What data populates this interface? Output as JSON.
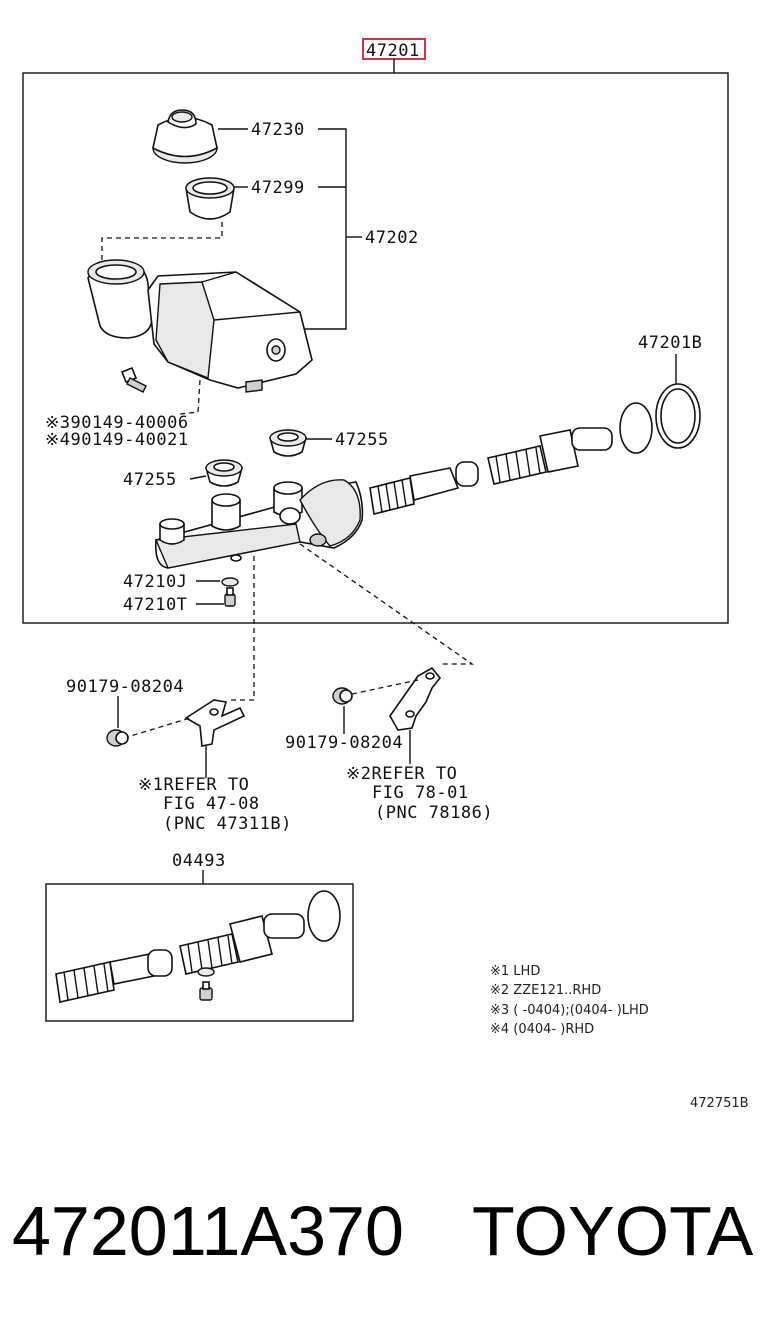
{
  "header_part": "47201",
  "labels": {
    "p47230": "47230",
    "p47299": "47299",
    "p47202": "47202",
    "p47201B": "47201B",
    "bolt_lhd": "※390149-40006",
    "bolt_rhd": "※490149-40021",
    "p47255_a": "47255",
    "p47255_b": "47255",
    "p47210J": "47210J",
    "p47210T": "47210T",
    "nut_left": "90179-08204",
    "nut_right": "90179-08204",
    "p04493": "04493"
  },
  "refer_left": {
    "line1": "※1REFER TO",
    "line2": "FIG 47-08",
    "line3": "(PNC 47311B)"
  },
  "refer_right": {
    "line1": "※2REFER TO",
    "line2": "FIG 78-01",
    "line3": "(PNC 78186)"
  },
  "notes": [
    "※1 LHD",
    "※2 ZZE121..RHD",
    "※3 (     -0404);(0404-     )LHD",
    "※4 (0404-     )RHD"
  ],
  "diagram_code": "472751B",
  "footer": {
    "part_number": "472011A370",
    "brand": "TOYOTA"
  },
  "colors": {
    "highlight": "#d0202a",
    "line": "#111111"
  }
}
